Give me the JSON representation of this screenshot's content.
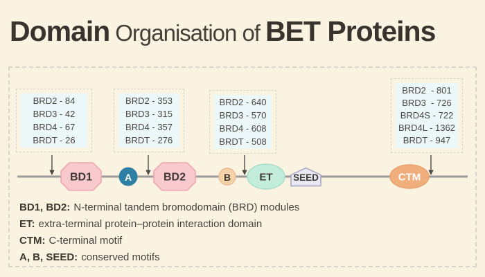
{
  "title": {
    "lead": "Domain",
    "middle": "Organisation of",
    "tail": "BET Proteins"
  },
  "annotation_boxes": [
    {
      "lines": [
        "BRD2 - 84",
        "BRD3 - 42",
        "BRD4 - 67",
        "BRDT - 26"
      ]
    },
    {
      "lines": [
        "BRD2 - 353",
        "BRD3 - 315",
        "BRD4 - 357",
        "BRDT - 276"
      ]
    },
    {
      "lines": [
        "BRD2 - 640",
        "BRD3 - 570",
        "BRD4 - 608",
        "BRDT - 508"
      ]
    },
    {
      "lines": [
        "BRD2  - 801",
        "BRD3  - 726",
        "BRD4S - 722",
        "BRD4L - 1362",
        "BRDT - 947"
      ]
    }
  ],
  "domains": [
    {
      "label": "BD1",
      "shape": "octagon"
    },
    {
      "label": "A",
      "shape": "circle"
    },
    {
      "label": "BD2",
      "shape": "octagon"
    },
    {
      "label": "B",
      "shape": "circle"
    },
    {
      "label": "ET",
      "shape": "ellipse"
    },
    {
      "label": "SEED",
      "shape": "pentagon"
    },
    {
      "label": "CTM",
      "shape": "ellipse"
    }
  ],
  "legend": [
    {
      "term": "BD1, BD2:",
      "description": "N-terminal tandem bromodomain (BRD) modules"
    },
    {
      "term": "ET:",
      "description": "extra-terminal protein–protein interaction domain"
    },
    {
      "term": "CTM:",
      "description": "C-terminal motif"
    },
    {
      "term": "A, B, SEED:",
      "description": "conserved motifs"
    }
  ],
  "colors": {
    "background": "#fbf3e2",
    "annotation_box_fill": "#ecf7f9",
    "bromodomain_fill": "#f8c9cd",
    "bromodomain_stroke": "#eda7ae",
    "motif_a_fill": "#2e7fa4",
    "motif_b_fill": "#f6d2a9",
    "motif_b_stroke": "#e8bb8c",
    "et_fill": "#c3ecdc",
    "et_stroke": "#a7dcc7",
    "seed_fill": "#e9e9f4",
    "seed_stroke": "#a2a2bc",
    "ctm_fill": "#f1ae7d",
    "ctm_stroke": "#eb9e6a",
    "backbone_line": "#9a9a9a",
    "arrow": "#4d4a45"
  }
}
